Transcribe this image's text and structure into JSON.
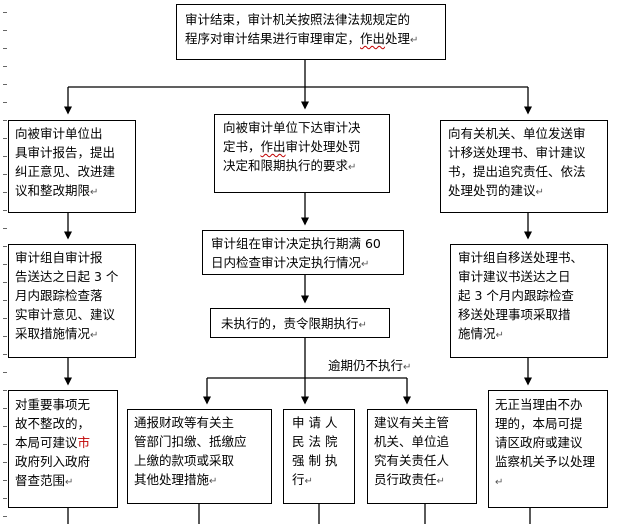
{
  "top_box": {
    "line1": "审计结束，审计机关按照法律法规规定的",
    "line2_a": "程序对审计结果进行审理审定，",
    "line2_b": "作出",
    "line2_c": "处理"
  },
  "left_col": {
    "box1": [
      "向被审计单位出",
      "具审计报告，提出",
      "纠正意见、改进建",
      "议和整改期限"
    ],
    "box2": [
      "审计组自审计报",
      "告送达之日起 3 个",
      "月内跟踪检查落",
      "实审计意见、建议",
      "采取措施情况"
    ],
    "box3": {
      "line1": "对重要事项无",
      "line2": "故不整改的，",
      "line3_a": "本局可建议",
      "line3_b": "市",
      "line4": "政府列入政府",
      "line5": "督查范围"
    }
  },
  "center_col": {
    "box1": {
      "line1": "向被审计单位下达审计决",
      "line2_a": "定书，",
      "line2_b": "作出",
      "line2_c": "审计处理处罚",
      "line3": "决定和限期执行的要求"
    },
    "box2": [
      "审计组在审计决定执行期满 60",
      "日内检查审计决定执行情况"
    ],
    "box3": [
      "未执行的，责令限期执行"
    ],
    "overdue_label": "逾期仍不执行"
  },
  "right_col": {
    "box1": [
      "向有关机关、单位发送审",
      "计移送处理书、审计建议",
      "书，提出追究责任、依法",
      "处理处罚的建议"
    ],
    "box2": [
      "审计组自移送处理书、",
      "审计建议书送达之日",
      "起 3 个月内跟踪检查",
      "移送处理事项采取措",
      "施情况"
    ],
    "box3": [
      "无正当理由不办",
      "理的，本局可提",
      "请区政府或建议",
      "监察机关予以处理"
    ]
  },
  "bottom_row": {
    "box1": [
      "通报财政等有关主",
      "管部门扣缴、抵缴应",
      "上缴的款项或采取",
      "其他处理措施"
    ],
    "box2": [
      "申 请 人",
      "民 法 院",
      "强 制 执",
      "行"
    ],
    "box3": [
      "建议有关主管",
      "机关、单位追",
      "究有关责任人",
      "员行政责任"
    ]
  },
  "return_mark": "↵"
}
